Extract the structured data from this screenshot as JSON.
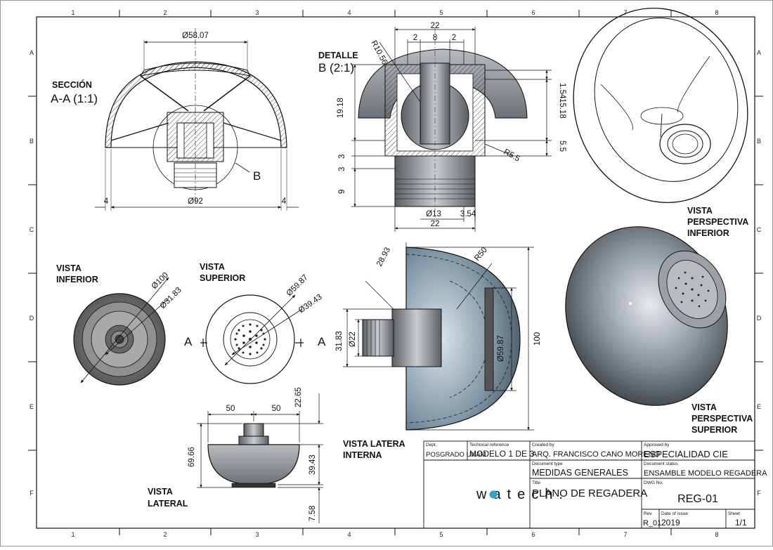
{
  "sheet": {
    "columns": [
      "1",
      "2",
      "3",
      "4",
      "5",
      "6",
      "7",
      "8"
    ],
    "rows": [
      "A",
      "B",
      "C",
      "D",
      "E",
      "F"
    ]
  },
  "views": {
    "section_aa": {
      "title": "SECCIÓN",
      "subtitle": "A-A (1:1)",
      "dims": {
        "top_dia": "Ø58.07",
        "bottom_dia": "Ø92",
        "left_gap": "4",
        "right_gap": "4",
        "detail_ref": "B"
      }
    },
    "detail_b": {
      "title": "DETALLE",
      "subtitle": "B (2:1)",
      "dims": {
        "top_width": "22",
        "d_2a": "2",
        "d_8": "8",
        "d_2b": "2",
        "radius_top": "R10.56",
        "d_1_54": "1.54",
        "d_15_18": "15.18",
        "d_5_5": "5.5",
        "radius_bottom": "R5.5",
        "d_19_18": "19.18",
        "d_3a": "3",
        "d_3b": "3",
        "d_9": "9",
        "dia_13": "Ø13",
        "d_3_54": "3.54",
        "bottom_width": "22"
      }
    },
    "persp_inferior": {
      "line1": "VISTA",
      "line2": "PERSPECTIVA",
      "line3": "INFERIOR"
    },
    "vista_inferior": {
      "line1": "VISTA",
      "line2": "INFERIOR",
      "dims": {
        "outer": "Ø100",
        "inner": "Ø31.83"
      }
    },
    "vista_superior": {
      "line1": "VISTA",
      "line2": "SUPERIOR",
      "section_left": "A",
      "section_right": "A",
      "dims": {
        "outer": "Ø59.87",
        "inner": "Ø39.43"
      }
    },
    "lateral_interna": {
      "line1": "VISTA LATERA",
      "line2": "INTERNA",
      "dims": {
        "d_28_93": "28.93",
        "radius": "R50",
        "d_31_83": "31.83",
        "dia_22": "Ø22",
        "dia_59_87": "Ø59.87",
        "d_100": "100"
      }
    },
    "persp_superior": {
      "line1": "VISTA",
      "line2": "PERSPECTIVA",
      "line3": "SUPERIOR"
    },
    "vista_lateral": {
      "line1": "VISTA",
      "line2": "LATERAL",
      "dims": {
        "w_left": "50",
        "w_right": "50",
        "d_22_65": "22.65",
        "d_69_66": "69.66",
        "d_39_43": "39.43",
        "d_7_58": "7.58"
      }
    }
  },
  "title_block": {
    "dept_label": "Dept.",
    "dept_value": "POSGRADO UNAM",
    "techref_label": "Technical reference",
    "techref_value": "MODELO 1 DE 3",
    "created_label": "Created by",
    "created_value": "ARQ. FRANCISCO CANO MORENO",
    "approved_label": "Approved by",
    "approved_value": "ESPECIALIDAD CIE",
    "doctype_label": "Document type",
    "doctype_value": "MEDIDAS GENERALES",
    "docstatus_label": "Document status",
    "docstatus_value": "ENSAMBLE MODELO REGADERA",
    "logo": "watech.",
    "title_label": "Title",
    "title_value": "PLANO DE REGADERA",
    "dwg_label": "DWG No.",
    "dwg_value": "REG-01",
    "rev_label": "Rev.",
    "rev_value": "R_01",
    "date_label": "Date of issue",
    "date_value": "2019",
    "sheet_label": "Sheet",
    "sheet_value": "1/1"
  }
}
